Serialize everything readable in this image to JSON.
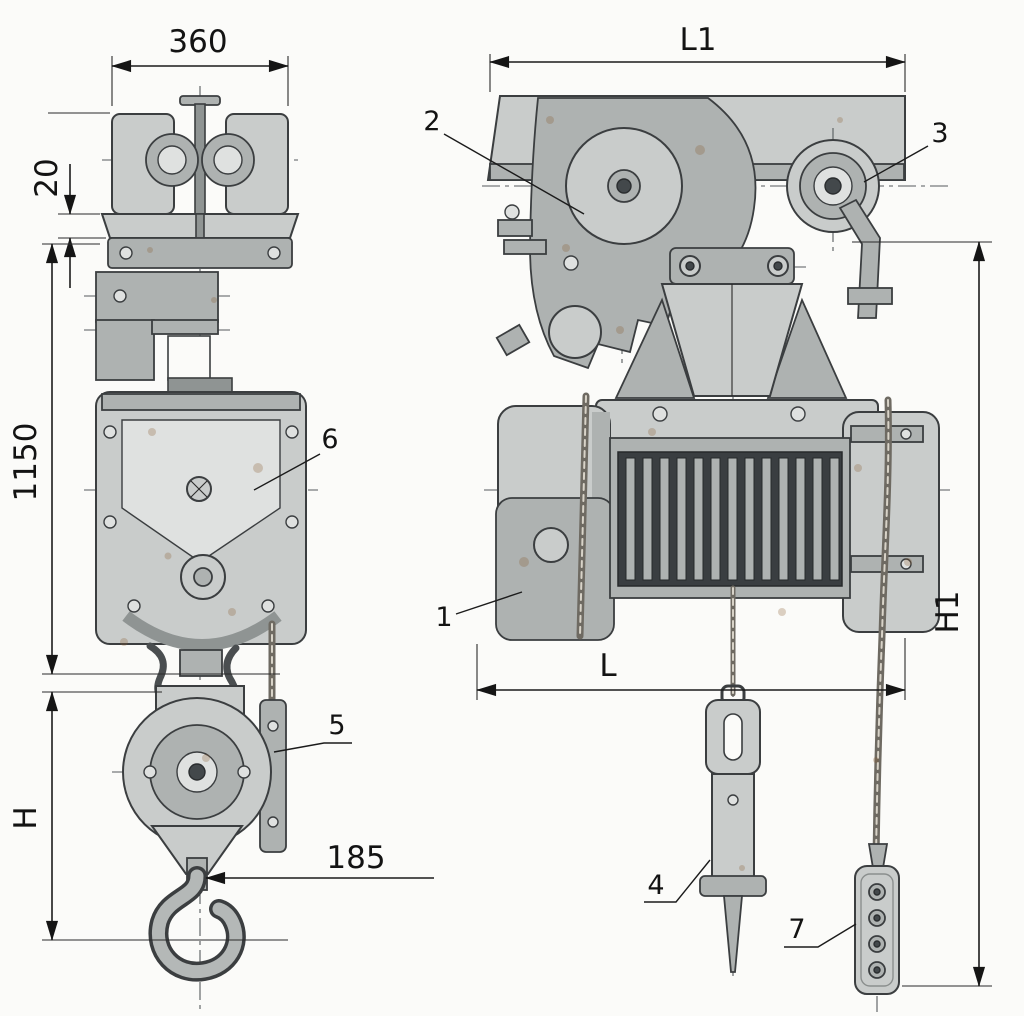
{
  "labels": {
    "dim_360": "360",
    "dim_20": "20",
    "dim_1150": "1150",
    "dim_H": "H",
    "dim_185": "185",
    "dim_L1": "L1",
    "dim_L": "L",
    "dim_H1": "H1",
    "callout_1": "1",
    "callout_2": "2",
    "callout_3": "3",
    "callout_4": "4",
    "callout_5": "5",
    "callout_6": "6",
    "callout_7": "7"
  },
  "colors": {
    "background": "#fbfbf9",
    "metal_light": "#c9cccb",
    "metal_mid": "#aeb2b1",
    "metal_dark": "#8f9493",
    "outline": "#3b3e40",
    "drum_opening": "#3a3e41",
    "rope": "#6e6a62",
    "rust": "#8a5c34",
    "dimension_line": "#1b1b1b",
    "text": "#131313"
  }
}
